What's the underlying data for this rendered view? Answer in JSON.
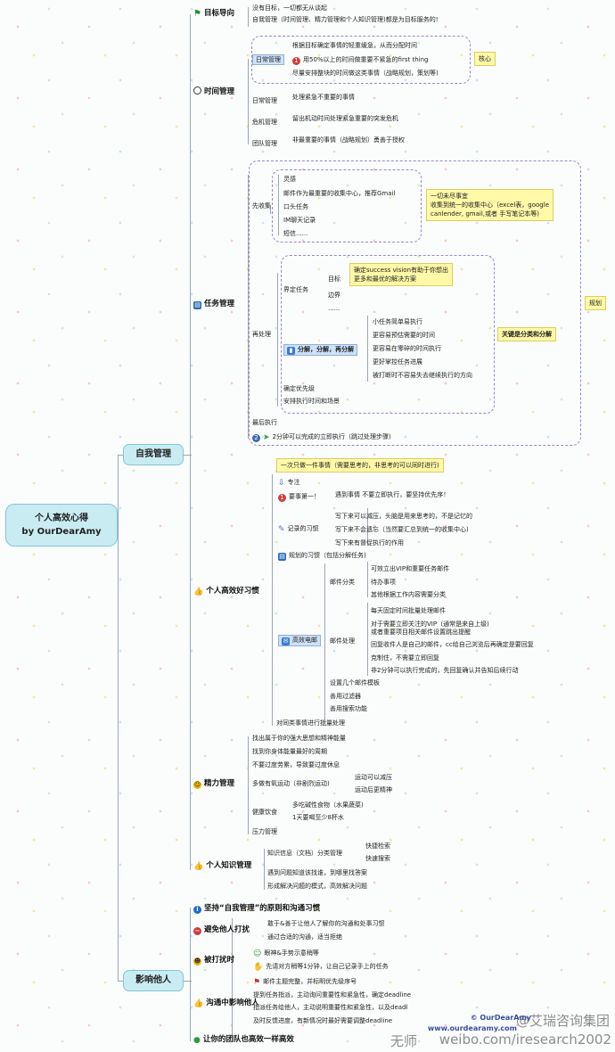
{
  "root": {
    "line1": "个人高效心得",
    "line2": "by OurDearAmy"
  },
  "level1": {
    "self": "自我管理",
    "influence": "影响他人"
  },
  "goal": {
    "label": "目标导向",
    "items": [
      "没有目标，一切都无从谈起",
      "自我管理（时间管理、精力管理和个人知识管理)都是为目标服务的!"
    ]
  },
  "time": {
    "label": "时间管理",
    "daily_plan": "日常管理",
    "core_items": [
      "根据目标确定事情的轻重缓急，从而分配时间",
      "用50%以上的时间做重要不紧急的first thing",
      "尽量安排整块的时间做这类事情（战略规划，策划等)"
    ],
    "core_note": "核心",
    "daily": "日常管理",
    "daily_item": "处理紧急不重要的事情",
    "crisis": "危机管理",
    "crisis_item": "留出机动时间处理紧急重要的突发危机",
    "team": "团队管理",
    "team_item": "非最重要的事情（战略规划）勇善于授权"
  },
  "task": {
    "label": "任务管理",
    "collect": "先收集",
    "collect_items": [
      "灵感",
      "邮件作为最重要的收集中心，推荐Gmail",
      "口头任务",
      "IM聊天记录",
      "短信......"
    ],
    "collect_note_l1": "一切未尽事宜",
    "collect_note_l2": "收集到统一的收集中心（excel表，google",
    "collect_note_l3": "canlender, gmail,或者 手写笔记本等)",
    "plan_note": "规划",
    "reprocess": "再处理",
    "define": "界定任务",
    "goal": "目标",
    "goal_note_l1": "确定success vision有助于你想出",
    "goal_note_l2": "更多和最优的解决方案",
    "boundary": "边界",
    "etc": "......",
    "split": "分解，分解，再分解",
    "split_items": [
      "小任务简单易执行",
      "更容易预估需要的时间",
      "更容易在零碎的时间执行",
      "更好掌控任务进展",
      "被打断时不容易失去继续执行的方向"
    ],
    "split_note": "关键是分类和分解",
    "priority": "确定优先级",
    "schedule": "安排执行时间和场景",
    "last": "最后执行",
    "last_item": "2分钟可以完成的立即执行（跳过处理步骤)"
  },
  "habit": {
    "label": "个人高效好习惯",
    "focus_note": "一次只做一件事情（需要思考的，非思考的可以同时进行)",
    "focus": "专注",
    "first": "要事第一！",
    "first_item": "遇到事情 不要立即执行，要坚持优先序！",
    "record": "记录的习惯",
    "record_items": [
      "写下来可以减压，头脑是用来思考的，不是记忆的",
      "写下来不会遗忘（当然要汇总到统一的收集中心)",
      "写下来有督促执行的作用"
    ],
    "plan": "规划的习惯（包括分解任务)",
    "email": "高效电邮",
    "mail_class": "邮件分类",
    "mail_class_items": [
      "可效立出VIP和重要任务邮件",
      "待办事项",
      "其他根据工作内容需要分类"
    ],
    "mail_proc": "邮件处理",
    "mail_proc_items": [
      "每天固定时间批量处理邮件",
      "对于需要立即关注的VIP（通常是来自上级)",
      "或者重要项目相关邮件设置跳出提醒",
      "回复收件人是自己的邮件，cc给自己浏览后再确定是要回复",
      "克制住，不需要立即回复",
      "非2分钟可以执行完成的，先回复确认并告知后续行动"
    ],
    "mail_tools": [
      "设置几个邮件模板",
      "善用过滤器",
      "善用搜索功能"
    ],
    "batch": "对同类事情进行批量处理"
  },
  "energy": {
    "label": "精力管理",
    "items": [
      "找出属于你的强大思想和精神能量",
      "找到你身体能量最好的周期",
      "不要过度劳累，导致要过度休息"
    ],
    "sport": "多做有氧运动（非剧烈运动)",
    "sport_items": [
      "运动可以减压",
      "运动后更精神"
    ],
    "diet": "健康饮食",
    "diet_items": [
      "多吃碱性食物（水果蔬菜)",
      "1天要喝至少8杯水"
    ],
    "stress": "压力管理"
  },
  "knowledge": {
    "label": "个人知识管理",
    "classify": "知识信息（文档）分类管理",
    "classify_items": [
      "快捷检索",
      "快速搜索"
    ],
    "items": [
      "遇到问题知道该找谁，到哪里找答案",
      "形成解决问题的模式，高效解决问题"
    ]
  },
  "influence": {
    "principle": "坚持“自我管理”的原则和沟通习惯",
    "avoid": "避免他人打扰",
    "avoid_items": [
      "敢于&善于让他人了解你的沟通和处事习惯",
      "通过合适的沟通，适当拒绝"
    ],
    "interrupted": "被打扰时",
    "interrupted_items": [
      "眼神&手势示意稍等",
      "先请对方稍等1分钟，让自己记录手上的任务"
    ],
    "communicate": "沟通中影响他人",
    "communicate_items": [
      "邮件主题完整，并标明优先级序号",
      "提到任务指派，主动询问重要性和紧急性，确定deadline",
      "指派任务给他人，主动说明重要性和紧急性，以及deadl",
      "及时反馈进度，有新情况时最好需要调整deadline"
    ],
    "team": "让你的团队也高效一样高效"
  },
  "watermark": {
    "brand": "@艾瑞咨询集团",
    "site1": "© OurDearAmy",
    "site2": "www.ourdearamy.com",
    "weibo": "weibo.com/iresearch2002",
    "prefix": "无师"
  }
}
